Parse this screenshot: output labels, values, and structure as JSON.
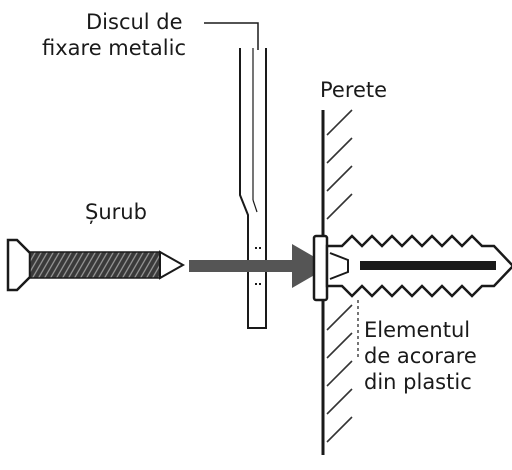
{
  "labels": {
    "bracket_line1": "Discul de",
    "bracket_line2": "fixare metalic",
    "wall": "Perete",
    "screw": "Șurub",
    "anchor_line1": "Elementul",
    "anchor_line2": "de acorare",
    "anchor_line3": "din plastic"
  },
  "colors": {
    "ink": "#1a1a1a",
    "arrow": "#555555",
    "hatch": "#333333",
    "background": "#ffffff"
  }
}
